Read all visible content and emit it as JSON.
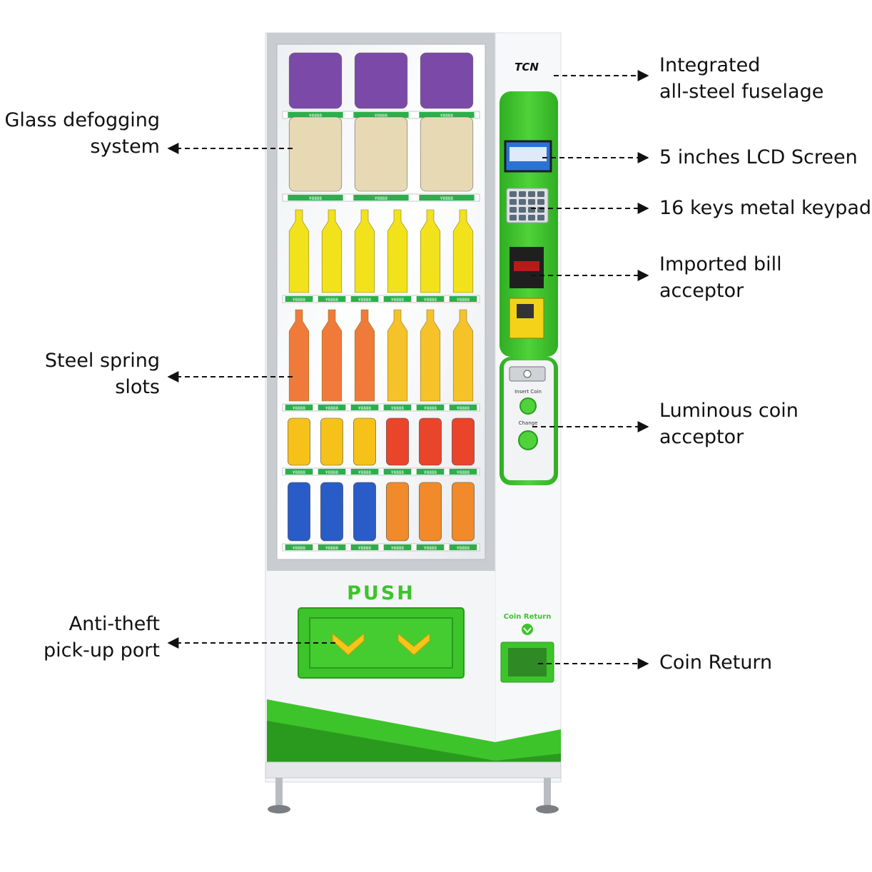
{
  "brand": {
    "logo_text": "TCN",
    "accent": "#3dc42b",
    "accent_dark": "#2a9a1e",
    "cabinet": "#f2f3f5"
  },
  "machine": {
    "push_label": "PUSH",
    "insert_coin_label": "Insert Coin",
    "change_label": "Change",
    "coin_return_label": "Coin Return",
    "price_tag_text": "¥8888"
  },
  "callouts": {
    "glass": {
      "lines": [
        "Glass defogging",
        "system"
      ]
    },
    "springs": {
      "lines": [
        "Steel spring",
        "slots"
      ]
    },
    "pickup": {
      "lines": [
        "Anti-theft",
        "pick-up port"
      ]
    },
    "fuselage": {
      "lines": [
        "Integrated",
        "all-steel fuselage"
      ]
    },
    "lcd": {
      "lines": [
        "5 inches LCD Screen"
      ]
    },
    "keypad": {
      "lines": [
        "16 keys metal keypad"
      ]
    },
    "bill": {
      "lines": [
        "Imported bill",
        "acceptor"
      ]
    },
    "coin": {
      "lines": [
        "Luminous coin",
        "acceptor"
      ]
    },
    "coin_return": {
      "lines": [
        "Coin Return"
      ]
    }
  },
  "products": {
    "rows": [
      {
        "kind": "bag",
        "colors": [
          "#7b4aa8",
          "#7b4aa8",
          "#7b4aa8"
        ]
      },
      {
        "kind": "pouch",
        "colors": [
          "#e8d9b5",
          "#e8d9b5",
          "#e8d9b5"
        ]
      },
      {
        "kind": "bottle",
        "colors": [
          "#f2e21c",
          "#f2e21c",
          "#f2e21c",
          "#f2e21c",
          "#f2e21c",
          "#f2e21c"
        ]
      },
      {
        "kind": "bottle",
        "colors": [
          "#f07a3a",
          "#f07a3a",
          "#f07a3a",
          "#f6c22a",
          "#f6c22a",
          "#f6c22a"
        ]
      },
      {
        "kind": "can",
        "colors": [
          "#f6c21a",
          "#f6c21a",
          "#f6c21a",
          "#e8452a",
          "#e8452a",
          "#e8452a"
        ]
      },
      {
        "kind": "can",
        "colors": [
          "#2a5cc8",
          "#2a5cc8",
          "#2a5cc8",
          "#f08a2a",
          "#f08a2a",
          "#f08a2a"
        ]
      }
    ]
  }
}
